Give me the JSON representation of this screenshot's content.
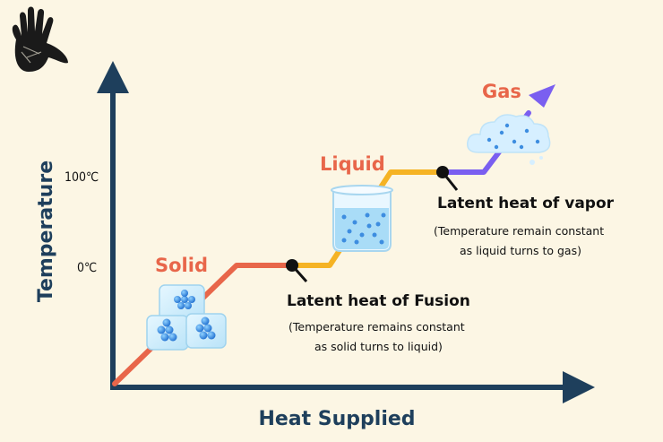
{
  "axes": {
    "y_title": "Temperature",
    "x_title": "Heat Supplied",
    "tick_high": "100℃",
    "tick_low": "0℃"
  },
  "phases": {
    "solid": "Solid",
    "liquid": "Liquid",
    "gas": "Gas"
  },
  "annotations": {
    "fusion_title": "Latent heat of Fusion",
    "fusion_note_line1": "(Temperature remains constant",
    "fusion_note_line2": "as solid turns to liquid)",
    "vapor_title": "Latent heat of vapor",
    "vapor_note_line1": "(Temperature remain constant",
    "vapor_note_line2": "as liquid turns to gas)"
  },
  "colors": {
    "axis": "#1e3f5c",
    "solid_segment": "#e8664a",
    "liquid_segment": "#f5b324",
    "gas_segment": "#7a5ff0",
    "phase_label": "#e8664a",
    "background": "#fcf6e4"
  },
  "icons": [
    "hand-logo-icon",
    "ice-cubes-icon",
    "water-beaker-icon",
    "gas-cloud-icon"
  ]
}
